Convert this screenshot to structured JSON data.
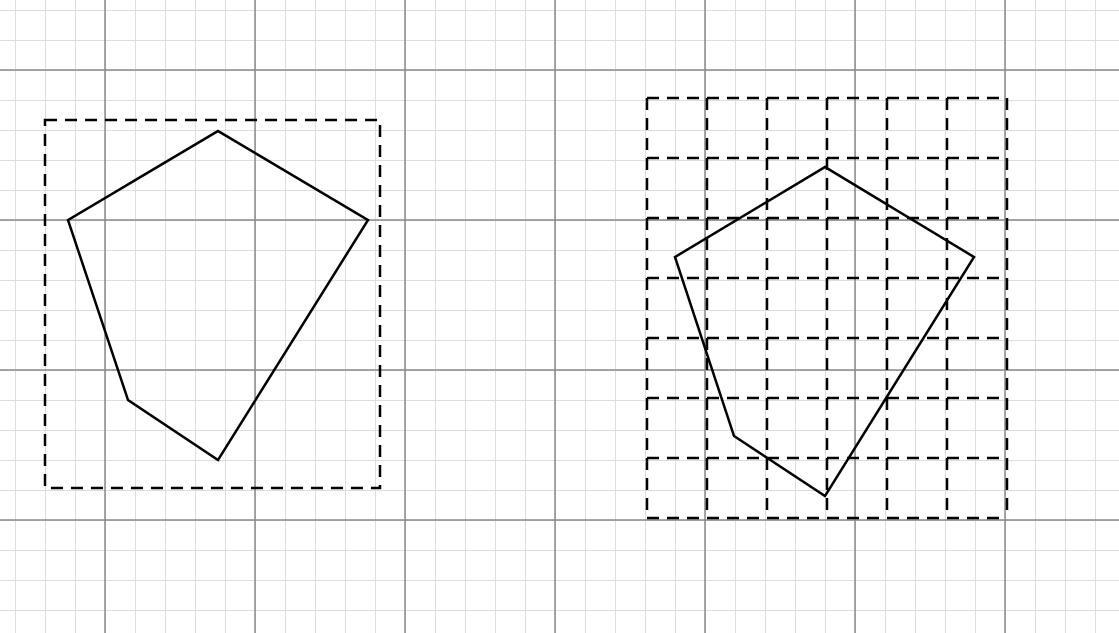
{
  "canvas": {
    "background_color": "#ffffff",
    "grid": {
      "visible": true,
      "minor_color": "#dddddd",
      "major_color": "#8a8a8a",
      "minor_per_major": 5
    }
  },
  "figures": [
    {
      "name": "pentagon-with-bounding-box",
      "polygon_color": "#000000",
      "bounding_box": {
        "style": "dashed",
        "color": "#000000",
        "subdivided": false
      }
    },
    {
      "name": "pentagon-with-subdivided-bounding-box",
      "polygon_color": "#000000",
      "bounding_box": {
        "style": "dashed",
        "color": "#000000",
        "subdivided": true,
        "columns": 6,
        "rows": 7
      }
    }
  ]
}
